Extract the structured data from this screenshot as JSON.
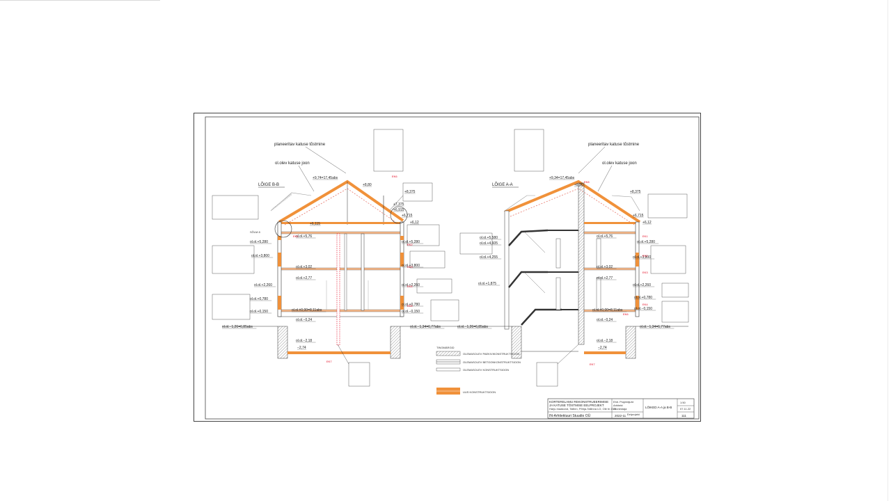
{
  "left_section": {
    "title": "LÕIGE B-B",
    "roof_raise_label": "planeeritav katuse tõstmine",
    "existing_roof_label": "ol.olev katuse joon",
    "ridge_level": "+9,74=17,45abs",
    "top_mark": "+8,80",
    "right_marks": [
      "+8,375",
      "+7,375",
      "+6,915",
      "+6,715",
      "+6,12",
      "ol.ol.+5,280",
      "ol.ol.+3,800",
      "ol.ol.+2,260",
      "ol.ol.+0,780",
      "ol.ol.−0,150",
      "ol.ol.−1,34=6,77abs"
    ],
    "left_marks": [
      "ol.ol.+5,280",
      "ol.ol.+3,800",
      "ol.ol.+2,260",
      "ol.ol.+0,780",
      "ol.ol.+0,150",
      "ol.ol.−1,26=6,85abs"
    ],
    "inner_marks": [
      "+6,115",
      "ol.ol.+5,76",
      "ol.ol.+3,02",
      "ol.ol.+2,77",
      "ol.ol.±0,00=8,11abs",
      "ol.ol.−0,24",
      "ol.ol.−2,18",
      "−2,74"
    ],
    "detail_label": "SÕLM 7",
    "detail_label_left": "SÕLM 8",
    "red_tags": [
      "EK6",
      "EK1",
      "EK2",
      "EK3",
      "EK4",
      "EK5",
      "EK7"
    ]
  },
  "right_section": {
    "title": "LÕIGE A-A",
    "roof_raise_label": "planeeritav katuse tõstmine",
    "existing_roof_label": "ol.olev katuse joon",
    "ridge_level": "+9,34=17,45abs",
    "top_mark": "+8,80",
    "right_marks": [
      "+8,375",
      "+6,715",
      "+6,12",
      "ol.ol.+5,280",
      "ol.ol.+3,800",
      "ol.ol.+2,260",
      "ol.ol.+0,780",
      "ol.ol.−0,150",
      "ol.ol.−1,34=6,77abs"
    ],
    "left_marks": [
      "ol.ol.+5,580",
      "ol.ol.+4,605",
      "ol.ol.+4,255",
      "ol.ol.+1,875",
      "ol.ol.−1,26=6,85abs"
    ],
    "inner_marks": [
      "ol.ol.+5,76",
      "ol.ol.+3,02",
      "ol.ol.+2,77",
      "ol.ol.±0,00=8,11abs",
      "ol.ol.−0,24",
      "ol.ol.−2,18",
      "−2,74"
    ],
    "red_tags": [
      "EK8",
      "EK1",
      "EK2",
      "EK3",
      "EK4",
      "EK7",
      "EK6"
    ]
  },
  "legend": {
    "title": "TINGMÄRGID",
    "items": [
      "OLEMASOLEV PAEKIVIKONSTRUKTSIOON",
      "OLEMASOLEV BETOONKONSTRUKTSIOON",
      "OLEMASOLEV KONSTRUKTSIOON",
      "UUS KONSTRUKTSIOON"
    ]
  },
  "title_block": {
    "project_lines": [
      "KORTERELAMU REKONSTRUEERIMISE",
      "JA KATUSE TÕSTMISE EELPROJEKT",
      "Harju maakond, Tallinn, Põhja-Tallinna LO, Ole tn 15/3"
    ],
    "company": "IN-Arhitektuuri Stuudio OÜ",
    "work_no": "2022-11",
    "sheet_title": "LÕIKED A-A ja B-B",
    "scale": "1:50",
    "date": "07.11.22",
    "sheet_no": "111",
    "stage": "Eelprojekt",
    "roles": [
      "Ehit. Projektijuht",
      "Arhitekt",
      "Joonestaja"
    ]
  },
  "colors": {
    "new_construction": "#f0913a",
    "annotation_red": "#e2001a",
    "line": "#333333",
    "existing_roof": "#e87a6e"
  }
}
